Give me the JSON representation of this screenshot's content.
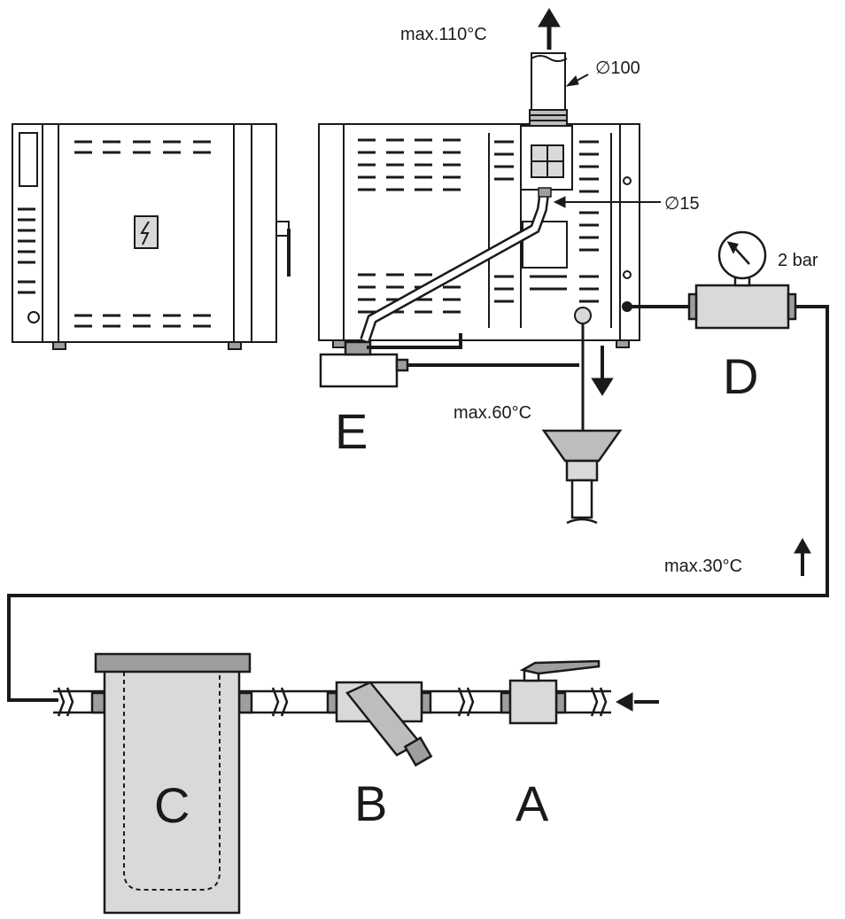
{
  "labels": {
    "exhaust_temp": "max.110°C",
    "chimney_diameter": "∅100",
    "drain_pipe_diameter": "∅15",
    "pressure": "2 bar",
    "drain_temp": "max.60°C",
    "inlet_temp": "max.30°C",
    "letter_a": "A",
    "letter_b": "B",
    "letter_c": "C",
    "letter_d": "D",
    "letter_e": "E"
  },
  "icons": {
    "electric_panel": "lightning-bolt-icon",
    "gauge": "pressure-gauge-icon"
  },
  "colors": {
    "line": "#1a1a1a",
    "fill_light": "#d9d9d9",
    "fill_mid": "#bdbdbd",
    "fill_dark": "#9e9e9e"
  }
}
